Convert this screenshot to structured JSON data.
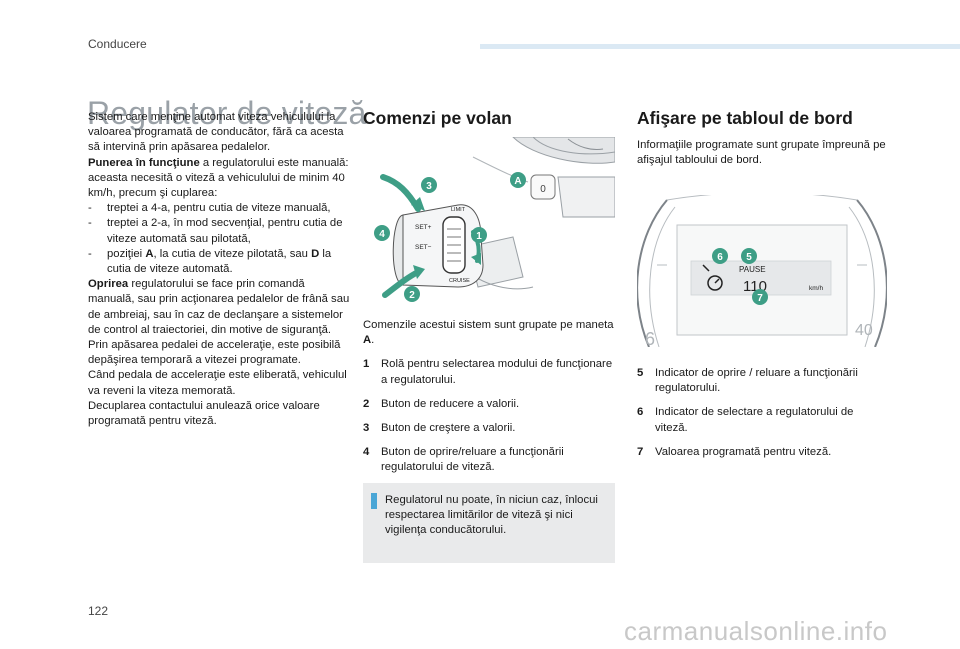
{
  "header": {
    "section": "Conducere",
    "page_number": "122"
  },
  "title": "Regulator de viteză",
  "col1": {
    "p1": "Sistem care menţine automat viteza vehiculului la valoarea programată de conducător, fără ca acesta să intervină prin apăsarea pedalelor.",
    "p2_bold": "Punerea în funcţiune",
    "p2": " a regulatorului este manuală: aceasta necesită o viteză a vehiculului de minim 40 km/h, precum şi cuplarea:",
    "dash1": "treptei a 4-a, pentru cutia de viteze manuală,",
    "dash2": "treptei a 2-a, în mod secvenţial, pentru cutia de viteze automată sau pilotată,",
    "dash3_a": "poziţiei ",
    "dash3_A": "A",
    "dash3_b": ", la cutia de viteze pilotată, sau ",
    "dash3_D": "D",
    "dash3_c": " la cutia de viteze automată.",
    "p3_bold": "Oprirea",
    "p3": " regulatorului se face prin comandă manuală, sau prin acţionarea pedalelor de frână sau de ambreiaj, sau în caz de declanşare a sistemelor de control al traiectoriei, din motive de siguranţă.",
    "p4": "Prin apăsarea pedalei de acceleraţie, este posibilă depăşirea temporară a vitezei programate.",
    "p5": "Când pedala de acceleraţie este eliberată, vehiculul va reveni la viteza memorată.",
    "p6": "Decuplarea contactului anulează orice valoare programată pentru viteză."
  },
  "col2": {
    "heading": "Comenzi pe volan",
    "intro_a": "Comenzile acestui sistem sunt grupate pe maneta ",
    "intro_A": "A",
    "intro_b": ".",
    "items": [
      {
        "n": "1",
        "text": "Rolă pentru selectarea modului de funcţionare a regulatorului."
      },
      {
        "n": "2",
        "text": "Buton de reducere a valorii."
      },
      {
        "n": "3",
        "text": "Buton de creştere a valorii."
      },
      {
        "n": "4",
        "text": "Buton de oprire/reluare a funcţionării regulatorului de viteză."
      }
    ],
    "note": "Regulatorul nu poate, în niciun caz, înlocui respectarea limitărilor de viteză şi nici vigilenţa conducătorului."
  },
  "col3": {
    "heading": "Afişare pe tabloul de bord",
    "intro": "Informaţiile programate sunt grupate împreună pe afişajul tabloului de bord.",
    "items": [
      {
        "n": "5",
        "text": "Indicator de oprire / reluare a funcţionării regulatorului."
      },
      {
        "n": "6",
        "text": "Indicator de selectare a regulatorului de viteză."
      },
      {
        "n": "7",
        "text": "Valoarea programată pentru viteză."
      }
    ]
  },
  "fig1": {
    "callouts": [
      "3",
      "A",
      "4",
      "1",
      "2"
    ],
    "labels": {
      "set_plus": "SET+",
      "set_minus": "SET−",
      "limit": "LIMIT",
      "cruise": "CRUISE",
      "zero": "0"
    }
  },
  "fig2": {
    "callouts": [
      "6",
      "5",
      "7"
    ],
    "labels": {
      "pause": "PAUSE",
      "speed": "110",
      "unit": "km/h",
      "gauge_left": "6",
      "gauge_right": "40"
    }
  },
  "colors": {
    "accent_green": "#3e9e86",
    "accent_blue": "#4aa6d6",
    "title_grey": "#9aa1a7"
  },
  "watermark": "carmanualsonline.info"
}
